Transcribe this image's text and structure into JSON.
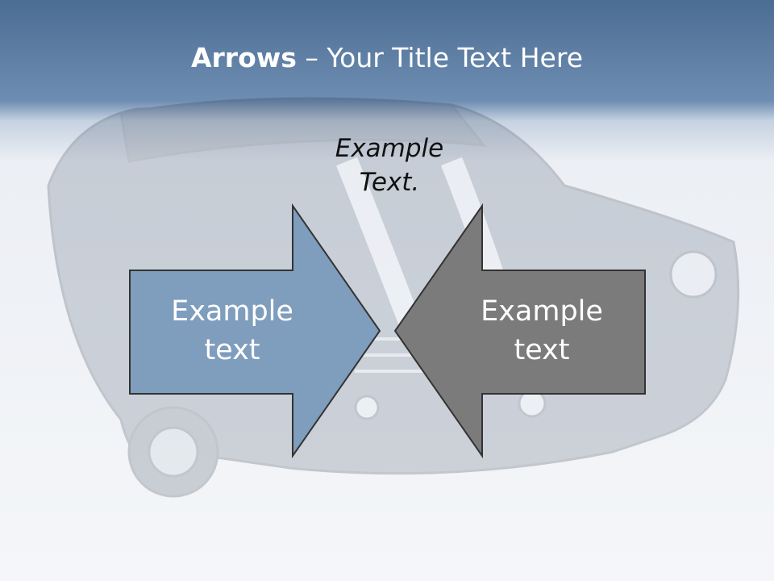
{
  "title": {
    "bold": "Arrows",
    "rest": " – Your Title Text Here"
  },
  "caption": {
    "line1": "Example",
    "line2": "Text."
  },
  "left_arrow": {
    "line1": "Example",
    "line2": "text",
    "fill": "#7f9dbd"
  },
  "right_arrow": {
    "line1": "Example",
    "line2": "text",
    "fill": "#7b7b7b"
  },
  "colors": {
    "header": "#5c7da3",
    "title_text": "#ffffff",
    "arrow_outline": "#333333"
  },
  "background_image": "car-photo"
}
